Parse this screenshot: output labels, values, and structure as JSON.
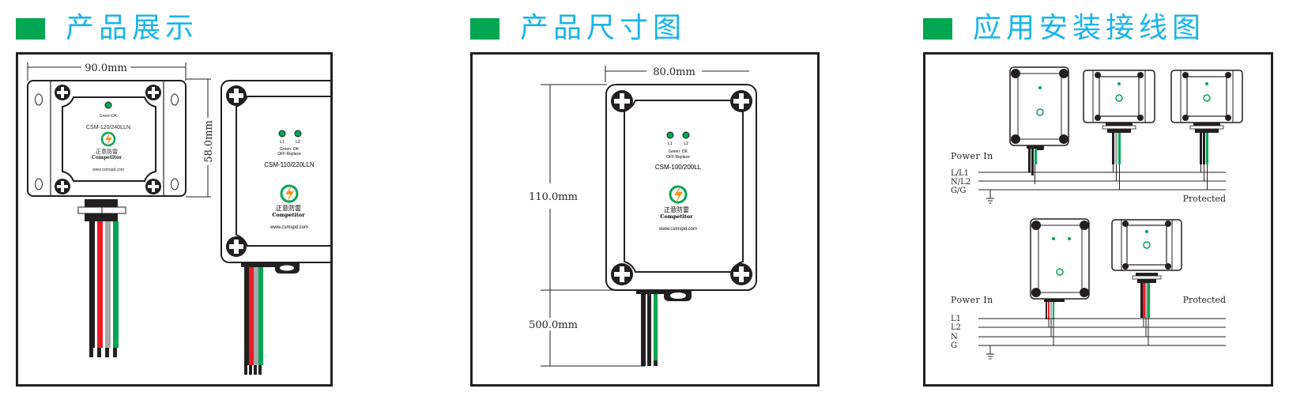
{
  "colors": {
    "accent_square": "#00a651",
    "title": "#17b4ee",
    "border": "#231f20",
    "wire_black": "#231f20",
    "wire_red": "#ed1c24",
    "wire_gray": "#a7a9ac",
    "wire_green": "#00a651",
    "logo_orange": "#f7941d"
  },
  "sections": [
    {
      "title": "产品展示",
      "products": [
        {
          "model": "CSM-120/240LLN",
          "status_label": "Green:OK",
          "brand_cn": "正意防雷",
          "brand_en": "Competitor",
          "website": "www.csmspd.com",
          "dim_width": "90.0mm",
          "dim_height": "58.0mm"
        },
        {
          "model": "CSM-110/220LLN",
          "led_labels": [
            "L1",
            "L2"
          ],
          "status_label": "Green: OK",
          "status_label2": "OFF:Replace",
          "brand_cn": "正意防雷",
          "brand_en": "Competitor",
          "website": "www.csmspd.com"
        }
      ]
    },
    {
      "title": "产品尺寸图",
      "product": {
        "model": "CSM-100/200LL",
        "led_labels": [
          "L1",
          "L2"
        ],
        "status_label": "Green: OK",
        "status_label2": "OFF:Replace",
        "brand_cn": "正意防雷",
        "brand_en": "Competitor",
        "website": "www.csmspd.com",
        "dim_width": "80.0mm",
        "dim_height": "110.0mm",
        "dim_cable": "500.0mm"
      }
    },
    {
      "title": "应用安装接线图",
      "diagram_top": {
        "power_in": "Power In",
        "protected": "Protected",
        "lines": [
          "L/L1",
          "N/L2",
          "G/G"
        ]
      },
      "diagram_bottom": {
        "power_in": "Power In",
        "protected": "Protected",
        "lines": [
          "L1",
          "L2",
          "N",
          "G"
        ]
      }
    }
  ]
}
